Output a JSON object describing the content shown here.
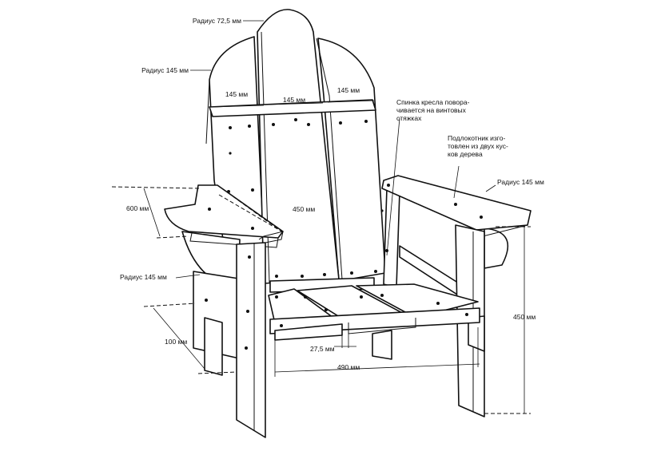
{
  "labels": {
    "top_radius": "Радиус 72,5 мм",
    "back_radius": "Радиус 145 мм",
    "width_left": "145 мм",
    "width_center": "145 мм",
    "width_right": "145 мм",
    "back_pivot_note": [
      "Спинка кресла повора-",
      "чивается на винтовых",
      "стяжках"
    ],
    "armrest_note": [
      "Подлокотник изго-",
      "товлен из двух кус-",
      "ков дерева"
    ],
    "arm_radius_right": "Радиус 145 мм",
    "arm_length": "600 мм",
    "arm_diagonal": "450 мм",
    "arm_radius_left": "Радиус 145 мм",
    "height_right": "450 мм",
    "leg_depth": "100 мм",
    "slat_gap": "27,5 мм",
    "seat_width": "490 мм"
  }
}
